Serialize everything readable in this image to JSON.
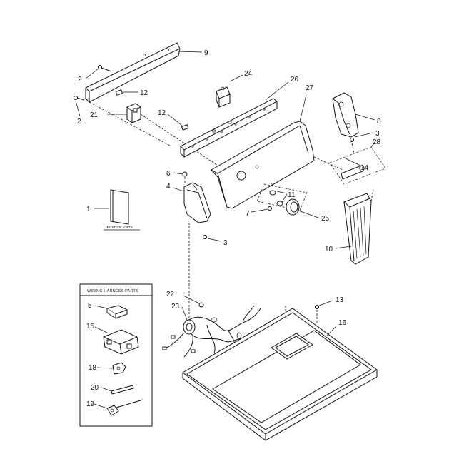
{
  "callouts": {
    "c9": "9",
    "c24": "24",
    "c26": "26",
    "c27": "27",
    "c2a": "2",
    "c2b": "2",
    "c12a": "12",
    "c12b": "12",
    "c21": "21",
    "c8": "8",
    "c3a": "3",
    "c28": "28",
    "c14": "14",
    "c6": "6",
    "c4": "4",
    "c11": "11",
    "c7": "7",
    "c25": "25",
    "c1": "1",
    "c3b": "3",
    "c10": "10",
    "c22": "22",
    "c23": "23",
    "c13": "13",
    "c16": "16",
    "c5": "5",
    "c15": "15",
    "c18": "18",
    "c20": "20",
    "c19": "19"
  },
  "literature_label": "Literature Parts",
  "wiring_box_title": "WIRING HARNESS PARTS"
}
